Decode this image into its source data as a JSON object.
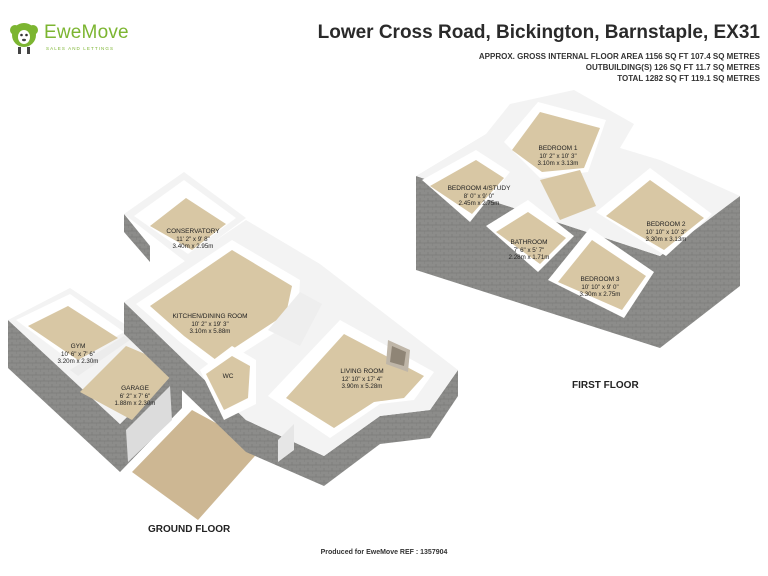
{
  "brand": {
    "name": "EweMove",
    "tagline": "SALES AND LETTINGS",
    "color": "#7cb531"
  },
  "header": {
    "title": "Lower Cross Road, Bickington, Barnstaple, EX31",
    "area_line1": "APPROX. GROSS INTERNAL FLOOR AREA 1156 SQ FT 107.4 SQ METRES",
    "area_line2": "OUTBUILDING(S) 126 SQ FT 11.7 SQ METRES",
    "area_line3": "TOTAL 1282 SQ FT 119.1 SQ METRES"
  },
  "colors": {
    "floor": "#d8c7a4",
    "wall_top": "#f4f4f4",
    "wall_inner": "#ffffff",
    "wall_outer": "#8a8a88",
    "drive": "#cdb793"
  },
  "ground_floor": {
    "label": "GROUND FLOOR",
    "rooms": [
      {
        "name": "CONSERVATORY",
        "dim_imperial": "11' 2\" x 9' 8\"",
        "dim_metric": "3.40m x 2.95m"
      },
      {
        "name": "KITCHEN/DINING ROOM",
        "dim_imperial": "10' 2\" x 19' 3\"",
        "dim_metric": "3.10m x 5.88m"
      },
      {
        "name": "GYM",
        "dim_imperial": "10' 6\" x 7' 6\"",
        "dim_metric": "3.20m x 2.30m"
      },
      {
        "name": "GARAGE",
        "dim_imperial": "6' 2\" x 7' 6\"",
        "dim_metric": "1.88m x 2.30m"
      },
      {
        "name": "WC",
        "dim_imperial": "",
        "dim_metric": ""
      },
      {
        "name": "LIVING ROOM",
        "dim_imperial": "12' 10\" x 17' 4\"",
        "dim_metric": "3.90m x 5.28m"
      }
    ]
  },
  "first_floor": {
    "label": "FIRST FLOOR",
    "rooms": [
      {
        "name": "BEDROOM 1",
        "dim_imperial": "10' 2\" x 10' 3\"",
        "dim_metric": "3.10m x 3.13m"
      },
      {
        "name": "BEDROOM 4/STUDY",
        "dim_imperial": "8' 0\" x 9' 0\"",
        "dim_metric": "2.45m x 2.75m"
      },
      {
        "name": "BATHROOM",
        "dim_imperial": "7' 6\" x 5' 7\"",
        "dim_metric": "2.28m x 1.71m"
      },
      {
        "name": "BEDROOM 2",
        "dim_imperial": "10' 10\" x 10' 3\"",
        "dim_metric": "3.30m x 3.13m"
      },
      {
        "name": "BEDROOM 3",
        "dim_imperial": "10' 10\" x 9' 0\"",
        "dim_metric": "3.30m x 2.75m"
      }
    ]
  },
  "footer": "Produced for EweMove   REF : 1357904"
}
